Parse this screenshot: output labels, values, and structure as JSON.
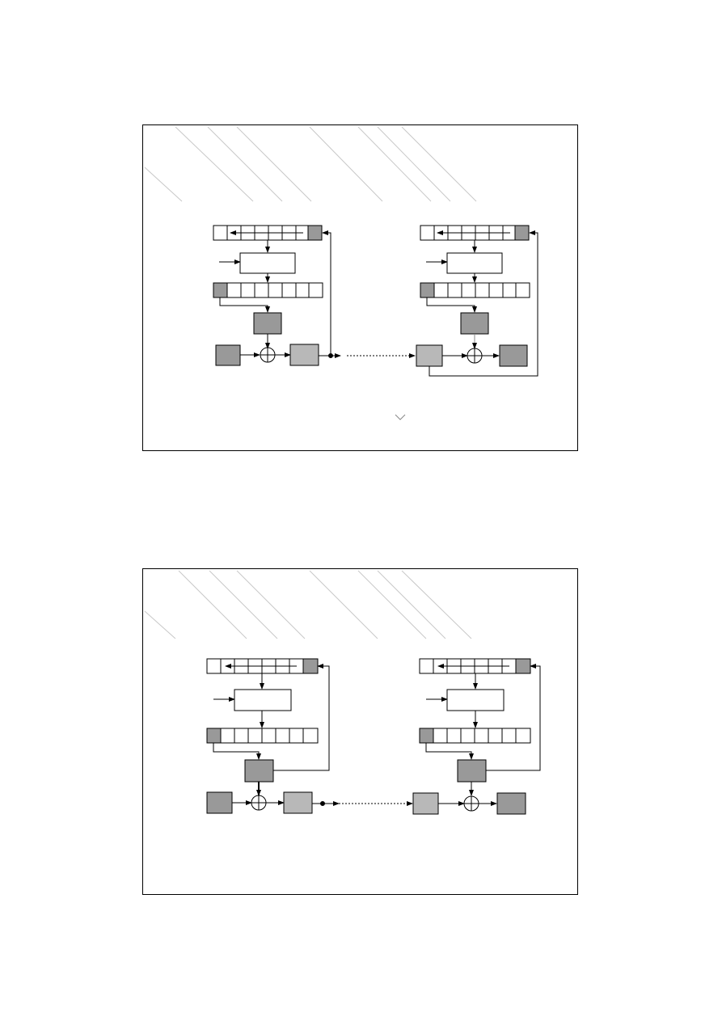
{
  "colors": {
    "border": "#000000",
    "shade_dark": "#999999",
    "shade_light": "#b8b8b8",
    "hatch": "#c8c8c8"
  },
  "slides": [
    {
      "name": "slide-cfb-1",
      "variant": "cfb"
    },
    {
      "name": "slide-ofb-2",
      "variant": "ofb"
    }
  ]
}
